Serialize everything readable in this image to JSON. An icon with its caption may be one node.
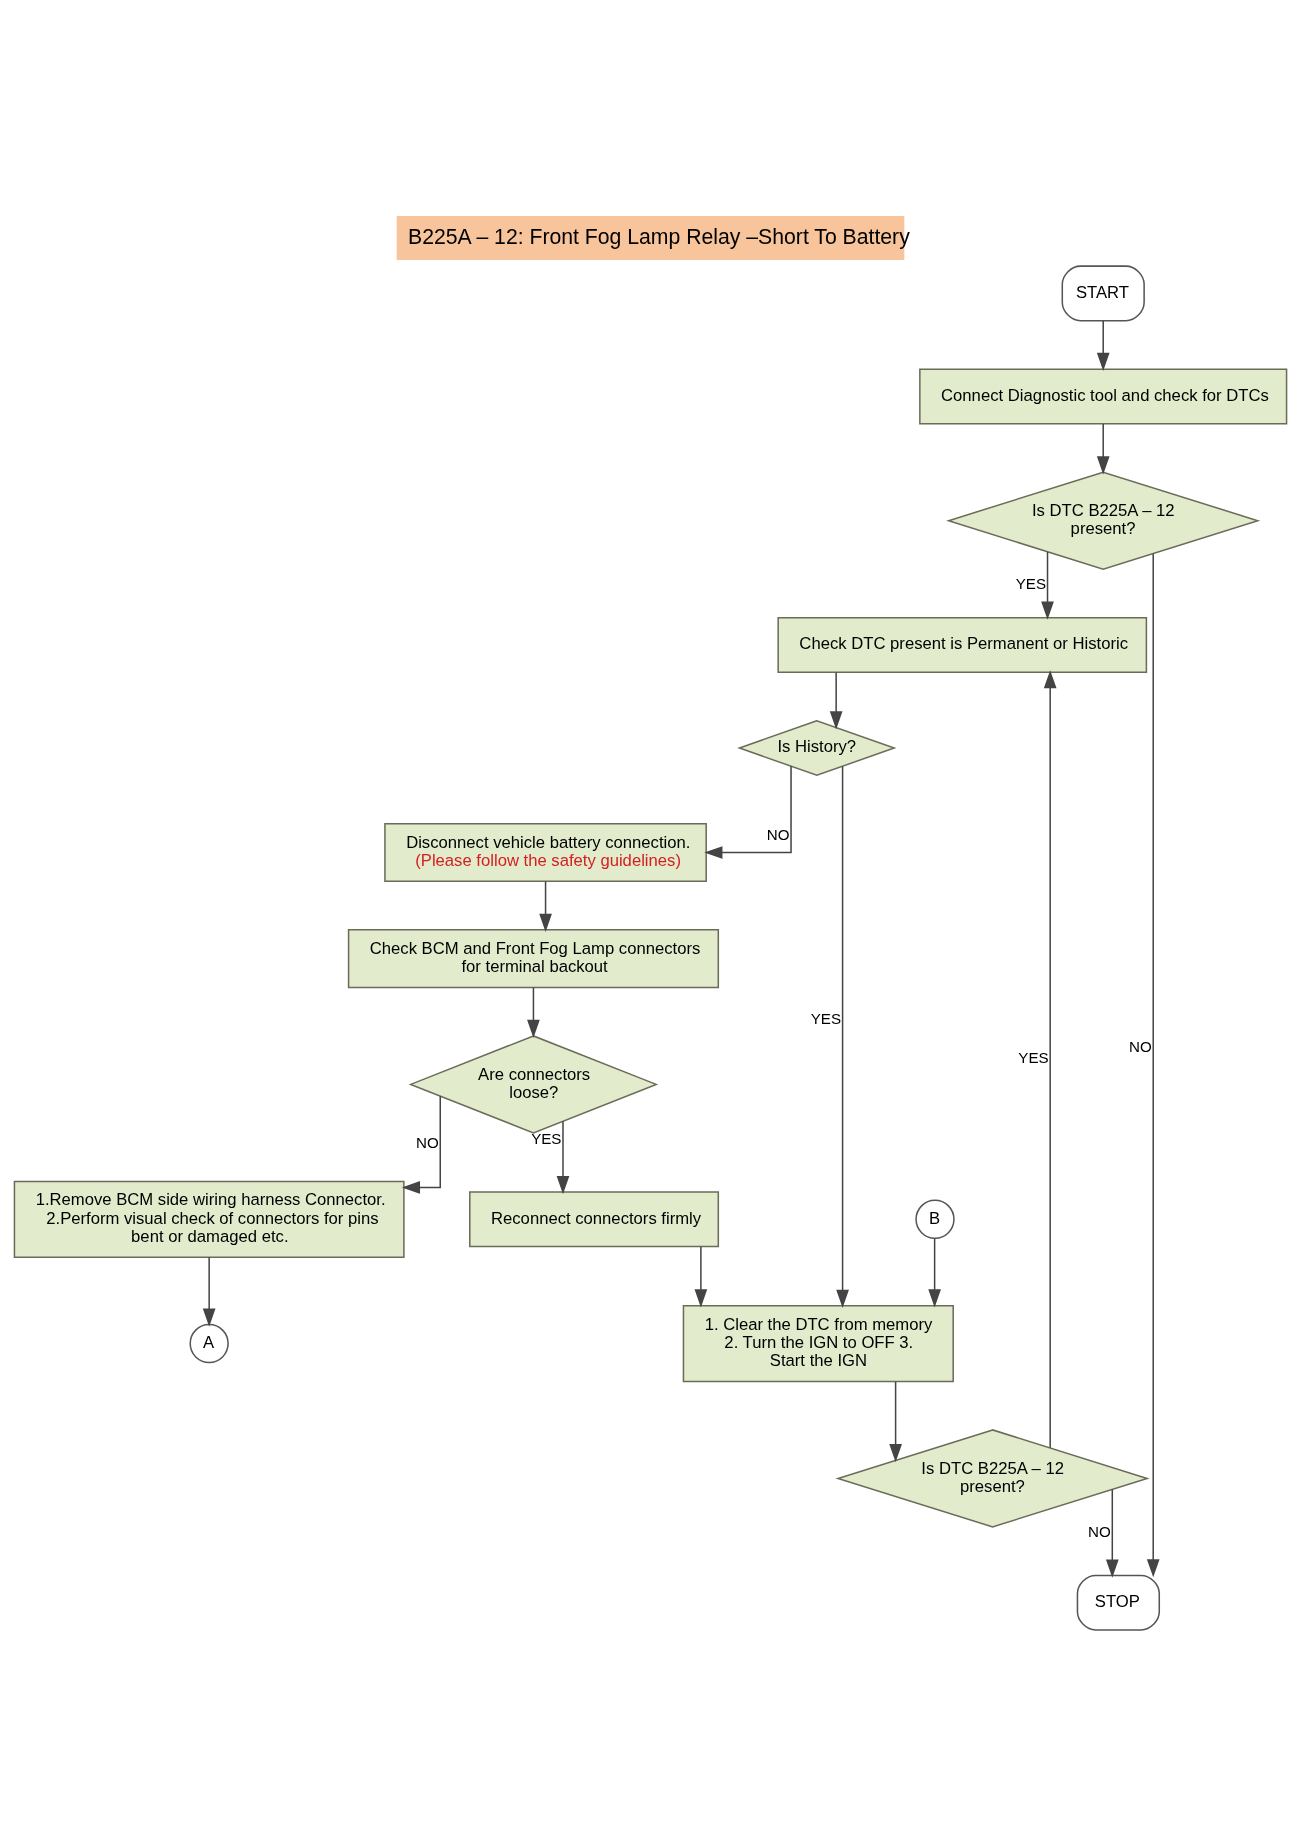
{
  "diagram": {
    "title": "B225A – 12: Front Fog Lamp Relay –Short To Battery",
    "nodes": [
      {
        "text": [
          "START"
        ]
      },
      {
        "text": [
          "Connect Diagnostic tool and check for DTCs"
        ]
      },
      {
        "text": [
          "Is DTC B225A – 12 present?"
        ]
      },
      {
        "text": [
          "Check DTC present is Permanent or Historic"
        ]
      },
      {
        "text": [
          "Is History?"
        ]
      },
      {
        "text": [
          "Disconnect vehicle battery connection.",
          "(Please follow the safety guidelines)"
        ]
      },
      {
        "text": [
          "Check BCM and Front Fog Lamp connectors for terminal backout"
        ]
      },
      {
        "text": [
          "Are connectors loose?"
        ]
      },
      {
        "text": [
          "Reconnect connectors firmly"
        ]
      },
      {
        "text": [
          "1.Remove BCM side wiring harness Connector. 2.Perform visual check of connectors for pins bent or damaged etc."
        ]
      },
      {
        "text": [
          "A"
        ]
      },
      {
        "text": [
          "B"
        ]
      },
      {
        "text": [
          "1. Clear the DTC from memory 2. Turn the IGN to OFF 3. Start the IGN"
        ]
      },
      {
        "text": [
          "Is DTC B225A – 12 present?"
        ]
      },
      {
        "text": [
          "STOP"
        ]
      }
    ],
    "edges": [
      {
        "from": 0,
        "to": 1,
        "arrow": "to"
      },
      {
        "from": 1,
        "to": 2,
        "arrow": "to"
      },
      {
        "from": 2,
        "to": 3,
        "arrow": "to",
        "label": "YES"
      },
      {
        "from": 2,
        "to": 14,
        "arrow": "to",
        "label": "NO"
      },
      {
        "from": 3,
        "to": 4,
        "arrow": "to"
      },
      {
        "from": 4,
        "to": 12,
        "arrow": "to",
        "label": "YES"
      },
      {
        "from": 4,
        "to": 5,
        "arrow": "to",
        "label": "NO"
      },
      {
        "from": 5,
        "to": 6,
        "arrow": "to"
      },
      {
        "from": 6,
        "to": 7,
        "arrow": "to"
      },
      {
        "from": 7,
        "to": 8,
        "arrow": "to",
        "label": "YES"
      },
      {
        "from": 7,
        "to": 9,
        "arrow": "to",
        "label": "NO"
      },
      {
        "from": 9,
        "to": 10,
        "arrow": "to"
      },
      {
        "from": 8,
        "to": 12,
        "arrow": "to"
      },
      {
        "from": 11,
        "to": 12,
        "arrow": "to"
      },
      {
        "from": 12,
        "to": 13,
        "arrow": "to"
      },
      {
        "from": 13,
        "to": 3,
        "arrow": "to",
        "label": "YES"
      },
      {
        "from": 13,
        "to": 14,
        "arrow": "to",
        "label": "NO"
      }
    ]
  }
}
